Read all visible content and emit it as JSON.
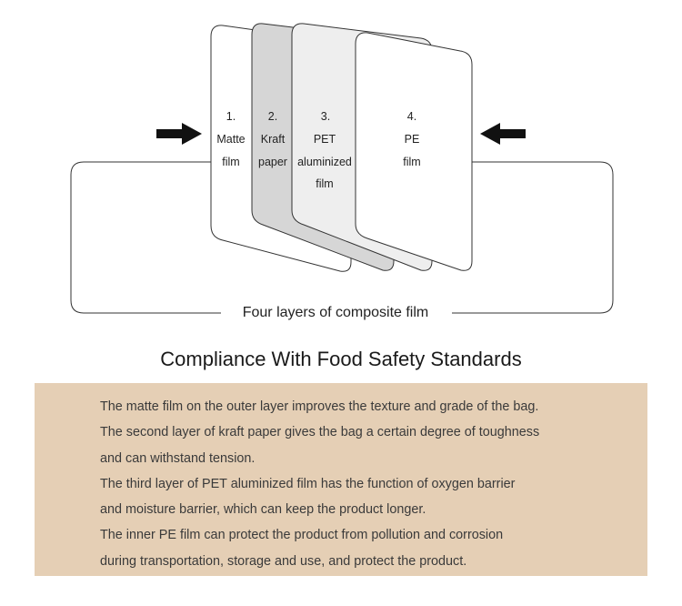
{
  "diagram": {
    "layers": [
      {
        "number": "1.",
        "lines": [
          "Matte",
          "film"
        ],
        "fill": "#ffffff"
      },
      {
        "number": "2.",
        "lines": [
          "Kraft",
          "paper"
        ],
        "fill": "#d6d6d6"
      },
      {
        "number": "3.",
        "lines": [
          "PET",
          "aluminized",
          "film"
        ],
        "fill": "#eeeeee"
      },
      {
        "number": "4.",
        "lines": [
          "PE",
          "film"
        ],
        "fill": "#ffffff"
      }
    ],
    "caption": "Four layers of composite film",
    "arrow_color": "#111111"
  },
  "heading": "Compliance With Food Safety Standards",
  "info": {
    "background": "#e5cfb5",
    "lines": [
      "The matte film on the outer layer improves the texture and grade of the bag.",
      "The second layer of kraft paper gives the bag a certain degree of toughness",
      "and can withstand tension.",
      "The third layer of PET aluminized film has the function of oxygen barrier",
      "and moisture barrier, which can keep the product longer.",
      "The inner PE film can protect the product from pollution and corrosion",
      "during transportation, storage and use, and protect the product."
    ]
  }
}
